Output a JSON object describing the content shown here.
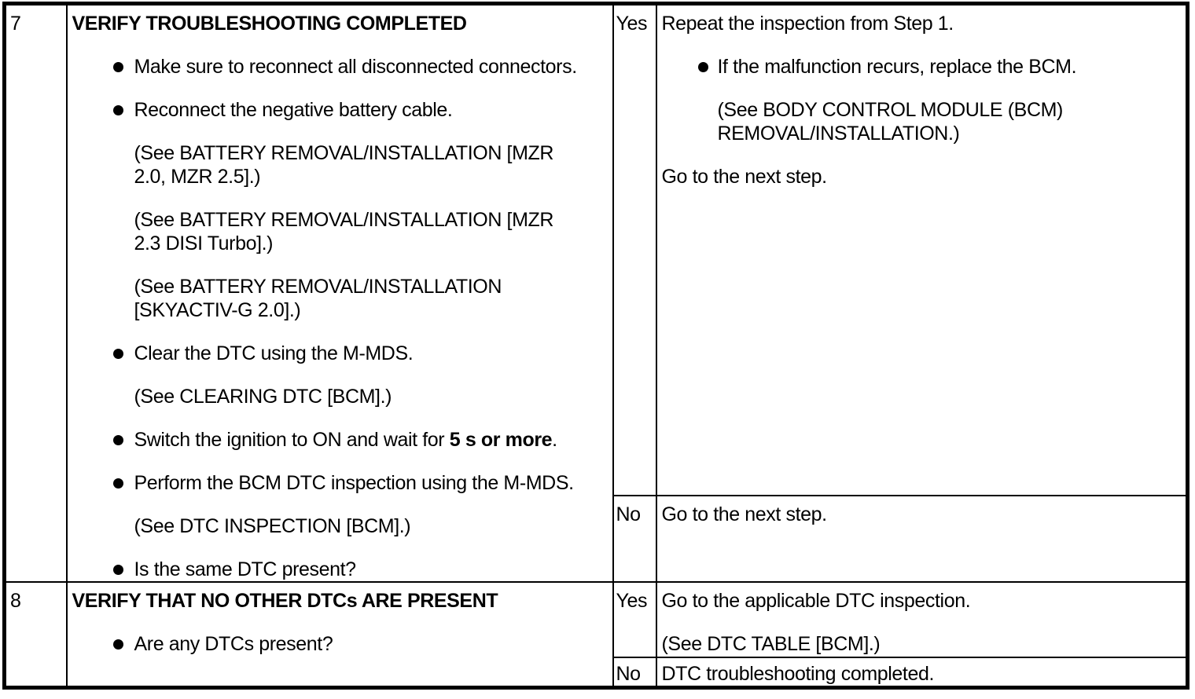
{
  "colors": {
    "text": "#000000",
    "border": "#000000",
    "background": "#ffffff"
  },
  "row7": {
    "step": "7",
    "title": "VERIFY TROUBLESHOOTING COMPLETED",
    "bullet1": "Make sure to reconnect all disconnected connectors.",
    "bullet2": "Reconnect the negative battery cable.",
    "note1_line1": "(See BATTERY REMOVAL/INSTALLATION [MZR",
    "note1_line2": "2.0, MZR 2.5].)",
    "note2_line1": "(See BATTERY REMOVAL/INSTALLATION [MZR",
    "note2_line2": "2.3 DISI Turbo].)",
    "note3_line1": "(See BATTERY REMOVAL/INSTALLATION",
    "note3_line2": "[SKYACTIV-G 2.0].)",
    "bullet3": "Clear the DTC using the M-MDS.",
    "note4": "(See CLEARING DTC [BCM].)",
    "bullet4_pre": "Switch the ignition to ON and wait for ",
    "bullet4_bold": "5 s or more",
    "bullet4_post": ".",
    "bullet5": "Perform the BCM DTC inspection using the M-MDS.",
    "note5": "(See DTC INSPECTION [BCM].)",
    "bullet6": "Is the same DTC present?",
    "yes_label": "Yes",
    "yes_intro": "Repeat the inspection from Step 1.",
    "yes_bullet1": "If the malfunction recurs, replace the BCM.",
    "yes_note1_line1": "(See BODY CONTROL MODULE (BCM)",
    "yes_note1_line2": "REMOVAL/INSTALLATION.)",
    "yes_outro": "Go to the next step.",
    "no_label": "No",
    "no_text": "Go to the next step."
  },
  "row8": {
    "step": "8",
    "title": "VERIFY THAT NO OTHER DTCs ARE PRESENT",
    "bullet1": "Are any DTCs present?",
    "yes_label": "Yes",
    "yes_intro": "Go to the applicable DTC inspection.",
    "yes_note1": "(See DTC TABLE [BCM].)",
    "no_label": "No",
    "no_text": "DTC troubleshooting completed."
  }
}
